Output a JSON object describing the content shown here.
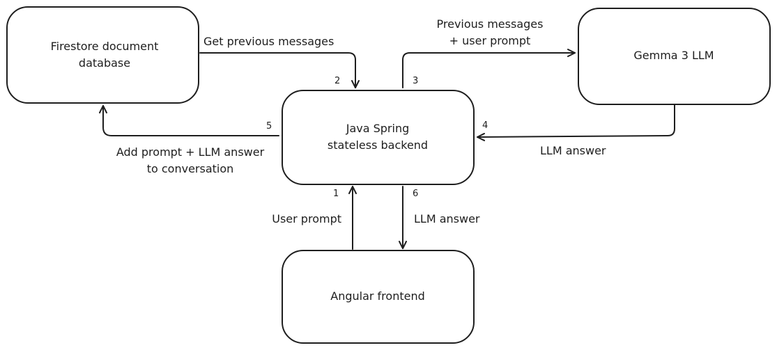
{
  "nodes": {
    "firestore": {
      "lines": [
        "Firestore document",
        "database"
      ]
    },
    "gemma": {
      "lines": [
        "Gemma 3 LLM"
      ]
    },
    "backend": {
      "lines": [
        "Java Spring",
        "stateless backend"
      ]
    },
    "frontend": {
      "lines": [
        "Angular frontend"
      ]
    }
  },
  "edges": {
    "get_previous": {
      "label_lines": [
        "Get previous messages"
      ],
      "step": "2"
    },
    "send_to_llm": {
      "label_lines": [
        "Previous messages",
        "+ user prompt"
      ],
      "step": "3"
    },
    "llm_answer_in": {
      "label_lines": [
        "LLM answer"
      ],
      "step": "4"
    },
    "store_conversation": {
      "label_lines": [
        "Add prompt + LLM answer",
        "to conversation"
      ],
      "step": "5"
    },
    "user_prompt": {
      "label_lines": [
        "User prompt"
      ],
      "step": "1"
    },
    "llm_answer_out": {
      "label_lines": [
        "LLM answer"
      ],
      "step": "6"
    }
  }
}
